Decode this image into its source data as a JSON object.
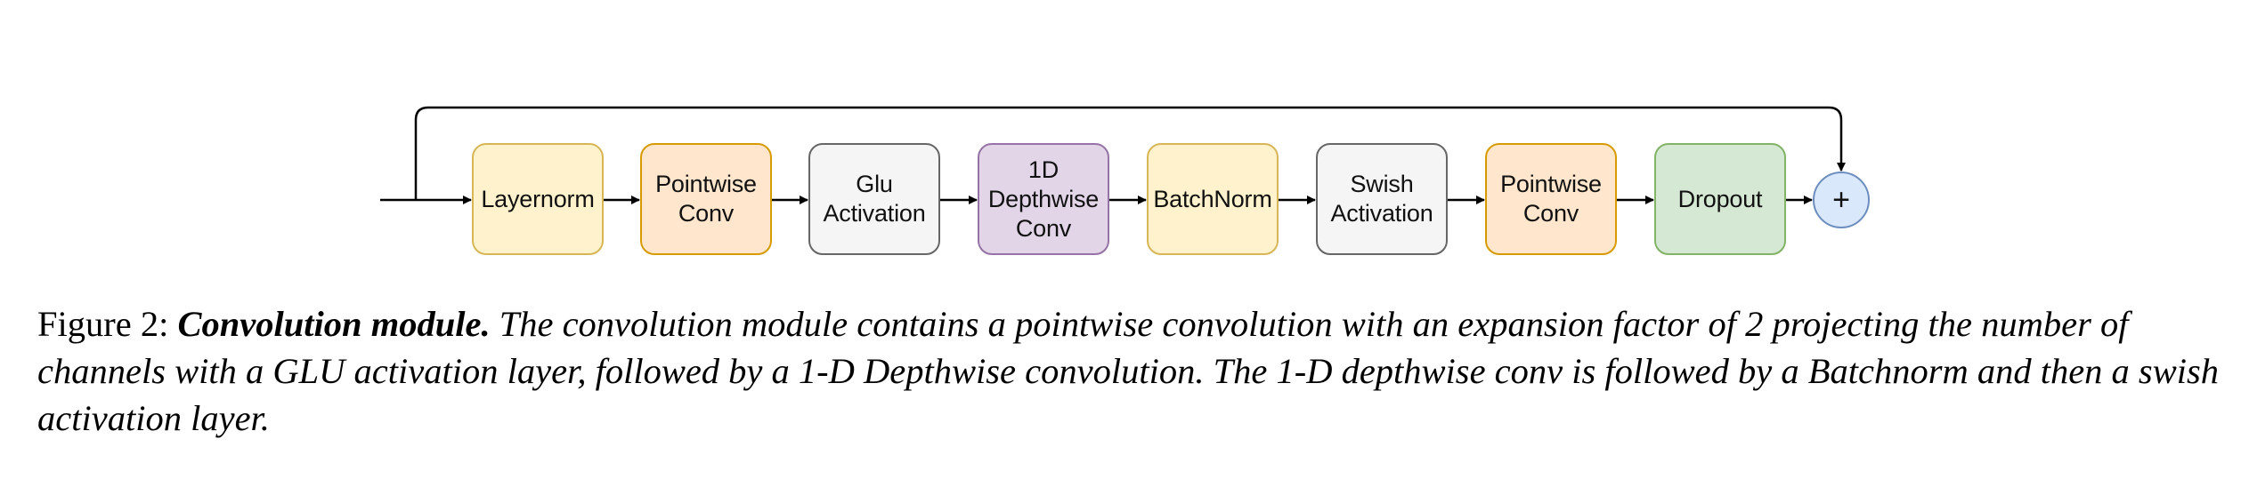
{
  "diagram": {
    "blocks": [
      {
        "label": "Layernorm",
        "fill": "#fff2cc",
        "stroke": "#d6b656"
      },
      {
        "label": "Pointwise\nConv",
        "fill": "#ffe6cc",
        "stroke": "#d79b00"
      },
      {
        "label": "Glu\nActivation",
        "fill": "#f5f5f5",
        "stroke": "#666666"
      },
      {
        "label": "1D\nDepthwise\nConv",
        "fill": "#e1d5e7",
        "stroke": "#9673a6"
      },
      {
        "label": "BatchNorm",
        "fill": "#fff2cc",
        "stroke": "#d6b656"
      },
      {
        "label": "Swish\nActivation",
        "fill": "#f5f5f5",
        "stroke": "#666666"
      },
      {
        "label": "Pointwise\nConv",
        "fill": "#ffe6cc",
        "stroke": "#d79b00"
      },
      {
        "label": "Dropout",
        "fill": "#d5e8d4",
        "stroke": "#82b366"
      }
    ],
    "sum_node": {
      "symbol": "+",
      "fill": "#dae8fc",
      "stroke": "#6c8ebf"
    },
    "edge_color": "#000000"
  },
  "caption": {
    "label": "Figure 2: ",
    "title": "Convolution module.",
    "body": " The convolution module contains a pointwise convolution with an expansion factor of 2 projecting the number of channels with a GLU activation layer, followed by a 1-D Depthwise convolution. The 1-D depthwise conv is followed by a Batchnorm and then a swish activation layer."
  }
}
